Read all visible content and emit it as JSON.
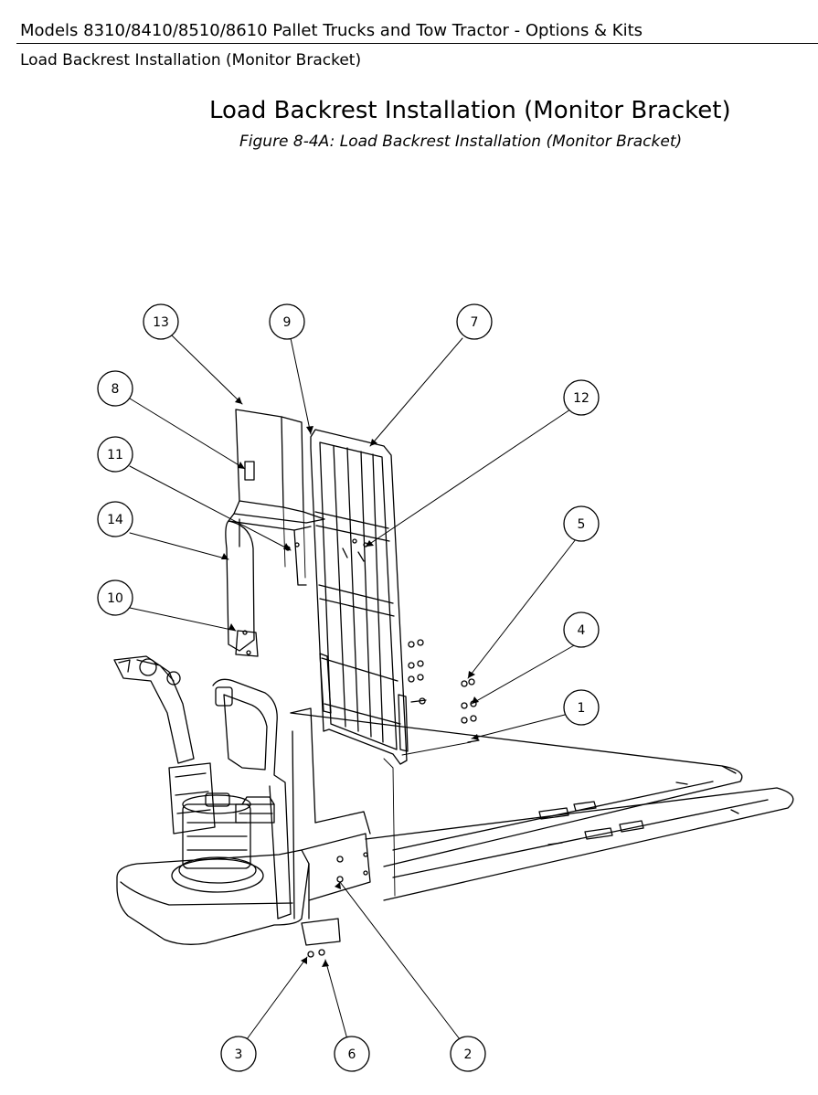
{
  "header": {
    "doc_title": "Models 8310/8410/8510/8610 Pallet Trucks and Tow Tractor - Options & Kits",
    "section": "Load Backrest Installation (Monitor Bracket)"
  },
  "page": {
    "title": "Load Backrest Installation (Monitor Bracket)",
    "figure_caption": "Figure 8-4A: Load Backrest Installation (Monitor Bracket)"
  },
  "callouts": [
    "13",
    "9",
    "7",
    "8",
    "12",
    "11",
    "5",
    "14",
    "10",
    "4",
    "1",
    "3",
    "6",
    "2"
  ]
}
